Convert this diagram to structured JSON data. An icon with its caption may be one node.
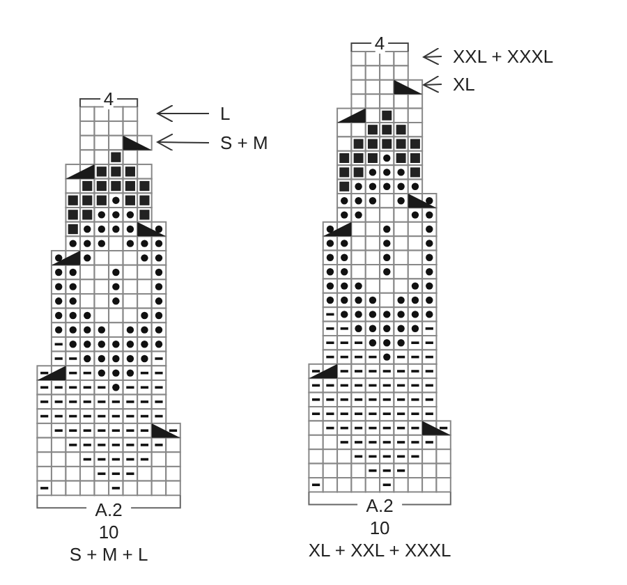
{
  "diagram": {
    "nodes": [
      {
        "text": [
          "L"
        ]
      },
      {
        "text": [
          "S + M"
        ]
      },
      {
        "text": [
          "XXL + XXXL"
        ]
      },
      {
        "text": [
          "XL"
        ]
      }
    ],
    "edges": [
      {
        "from": 0,
        "to": null,
        "arrow": "to"
      },
      {
        "from": 1,
        "to": null,
        "arrow": "to"
      },
      {
        "from": 2,
        "to": null,
        "arrow": "to"
      },
      {
        "from": 3,
        "to": null,
        "arrow": "to"
      }
    ],
    "labels": [
      "4",
      "A.2",
      "10",
      "S + M + L",
      "4",
      "A.2",
      "10",
      "XL + XXL + XXXL"
    ]
  }
}
